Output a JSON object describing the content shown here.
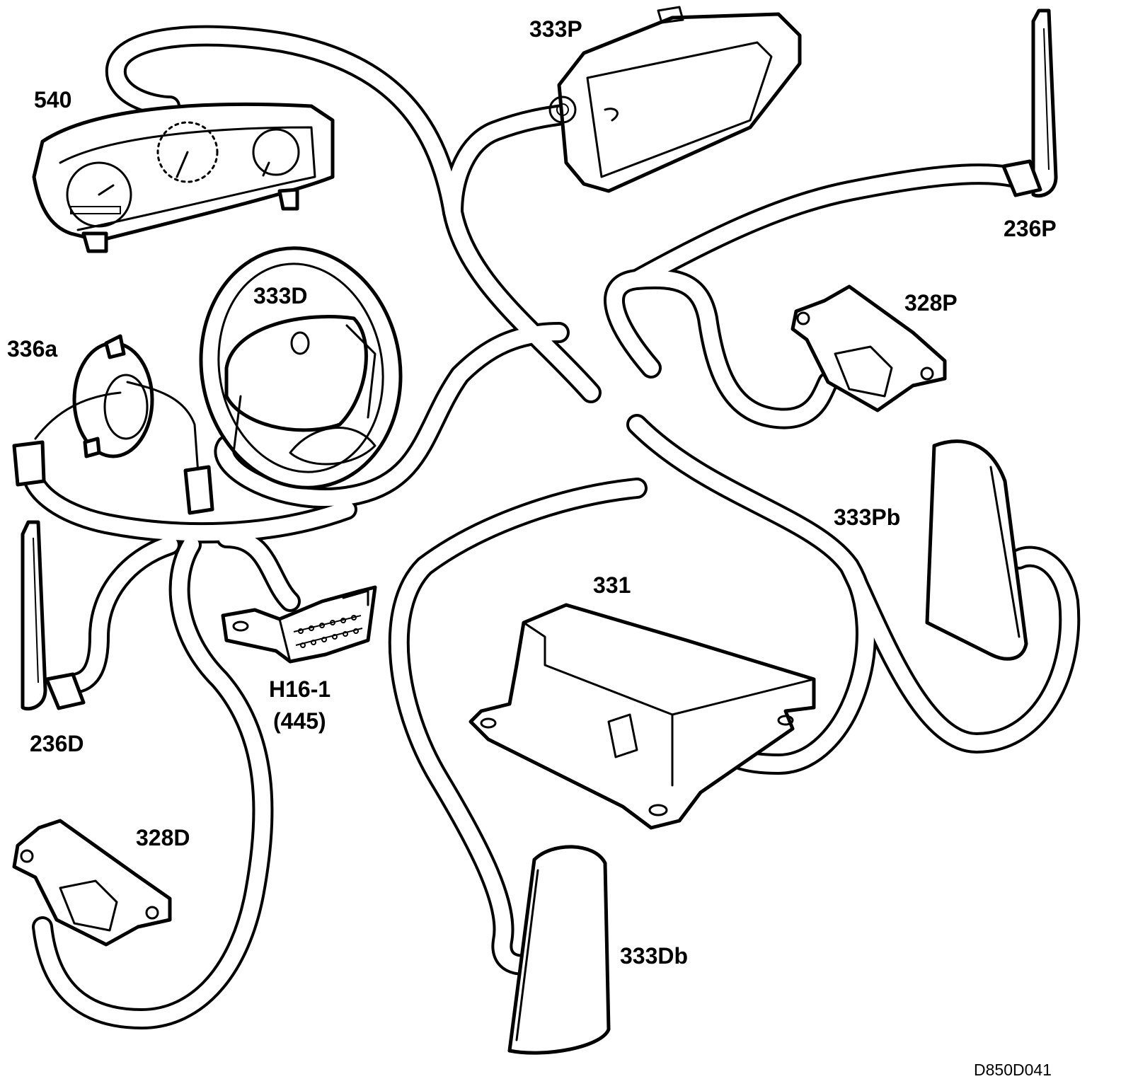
{
  "labels": {
    "instrument_cluster": "540",
    "passenger_airbag": "333P",
    "driver_airbag": "333D",
    "clockspring": "336a",
    "passenger_antenna": "236P",
    "driver_antenna": "236D",
    "passenger_sensor": "328P",
    "driver_sensor": "328D",
    "passenger_side_airbag": "333Pb",
    "driver_side_airbag": "333Db",
    "control_module": "331",
    "diagnostic_connector": "H16-1",
    "diagnostic_connector_sub": "(445)"
  },
  "figure_code": "D850D041",
  "colors": {
    "line": "#000000",
    "background": "#ffffff"
  }
}
